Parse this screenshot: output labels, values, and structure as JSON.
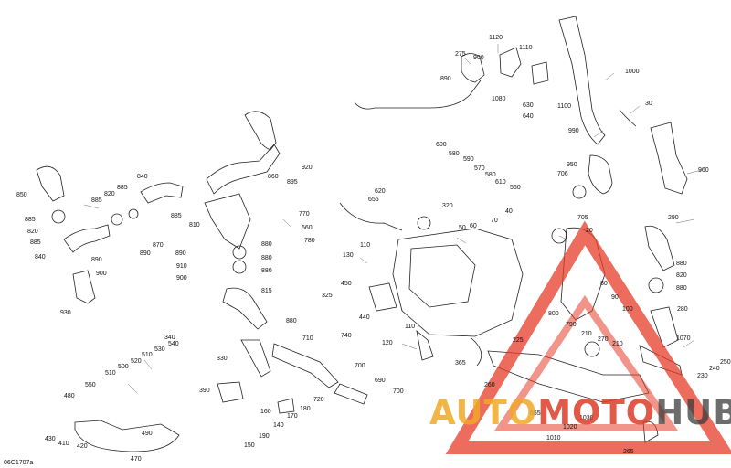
{
  "diagram": {
    "doc_code": "06C1707a",
    "callouts": {
      "c1120": "1120",
      "c1110": "1110",
      "c275": "275",
      "c900a": "900",
      "c890a": "890",
      "c1080": "1080",
      "c1000": "1000",
      "c30": "30",
      "c1100": "1100",
      "c990": "990",
      "c630": "630",
      "c640": "640",
      "c600": "600",
      "c580a": "580",
      "c590": "590",
      "c570": "570",
      "c580b": "580",
      "c610": "610",
      "c560": "560",
      "c950": "950",
      "c706": "706",
      "c960": "960",
      "c920": "920",
      "c860": "860",
      "c895": "895",
      "c840a": "840",
      "c850": "850",
      "c885a": "885",
      "c820a": "820",
      "c885b": "885",
      "c885c": "885",
      "c820b": "820",
      "c885d": "885",
      "c870": "870",
      "c890b": "890",
      "c840b": "840",
      "c885e": "885",
      "c810": "810",
      "c880a": "880",
      "c890c": "890",
      "c910": "910",
      "c900b": "900",
      "c890d": "890",
      "c880b": "880",
      "c880c": "880",
      "c900c": "900",
      "c930": "930",
      "c815": "815",
      "c770": "770",
      "c660": "660",
      "c780": "780",
      "c620": "620",
      "c655": "655",
      "c320": "320",
      "c50": "50",
      "c60": "60",
      "c70": "70",
      "c40": "40",
      "c705": "705",
      "c20": "20",
      "c290": "290",
      "c130": "130",
      "c110a": "110",
      "c450": "450",
      "c325": "325",
      "c440": "440",
      "c880d": "880",
      "c820c": "820",
      "c880e": "880",
      "c280": "280",
      "c80": "80",
      "c90": "90",
      "c100": "100",
      "c800": "800",
      "c790": "790",
      "c880f": "880",
      "c710": "710",
      "c740": "740",
      "c110b": "110",
      "c120": "120",
      "c365": "365",
      "c225": "225",
      "c210a": "210",
      "c270": "270",
      "c210b": "210",
      "c1070": "1070",
      "c250": "250",
      "c240": "240",
      "c230": "230",
      "c340": "340",
      "c540": "540",
      "c530": "530",
      "c510a": "510",
      "c520": "520",
      "c500": "500",
      "c510b": "510",
      "c550": "550",
      "c330": "330",
      "c390": "390",
      "c700a": "700",
      "c690": "690",
      "c700b": "700",
      "c720": "720",
      "c180": "180",
      "c170": "170",
      "c160": "160",
      "c140": "140",
      "c190": "190",
      "c150": "150",
      "c480": "480",
      "c430": "430",
      "c410": "410",
      "c420": "420",
      "c490": "490",
      "c470": "470",
      "c260": "260",
      "c655b": "655",
      "c1030": "1030",
      "c1020": "1020",
      "c1010": "1010",
      "c265": "265"
    }
  },
  "watermark": {
    "part1": "AUTO",
    "part2": "MOTO",
    "part3": "HUB"
  }
}
